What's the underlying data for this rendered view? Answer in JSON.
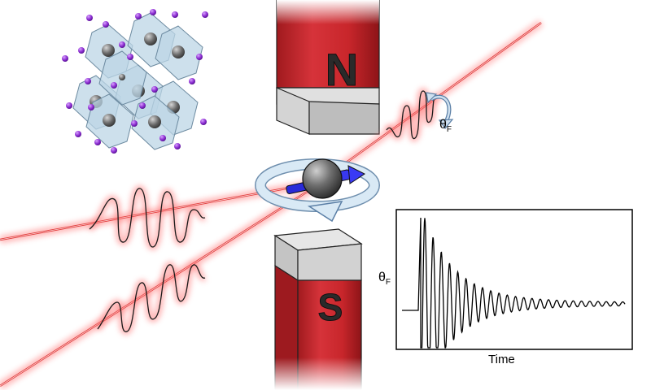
{
  "labels": {
    "theta_symbol": "θ",
    "theta_subscript": "F",
    "magnet_north": "N",
    "magnet_south": "S",
    "plot_ylabel_symbol": "θ",
    "plot_ylabel_subscript": "F",
    "plot_xlabel": "Time"
  },
  "colors": {
    "magnet_red": "#c8262b",
    "magnet_gray": "#c9c9c9",
    "laser_glow": "#ff8a8a",
    "laser_core": "#ffffff",
    "crystal_fill": "#bcd6e6",
    "iodine_atom": "#8a2bd0",
    "lead_atom": "#555555",
    "spin_blue": "#2c2cf0",
    "ring_blue": "#d6e8f4"
  },
  "icons": [
    "perovskite-crystal",
    "spin-sphere",
    "rotation-arrow",
    "laser-pulse"
  ]
}
